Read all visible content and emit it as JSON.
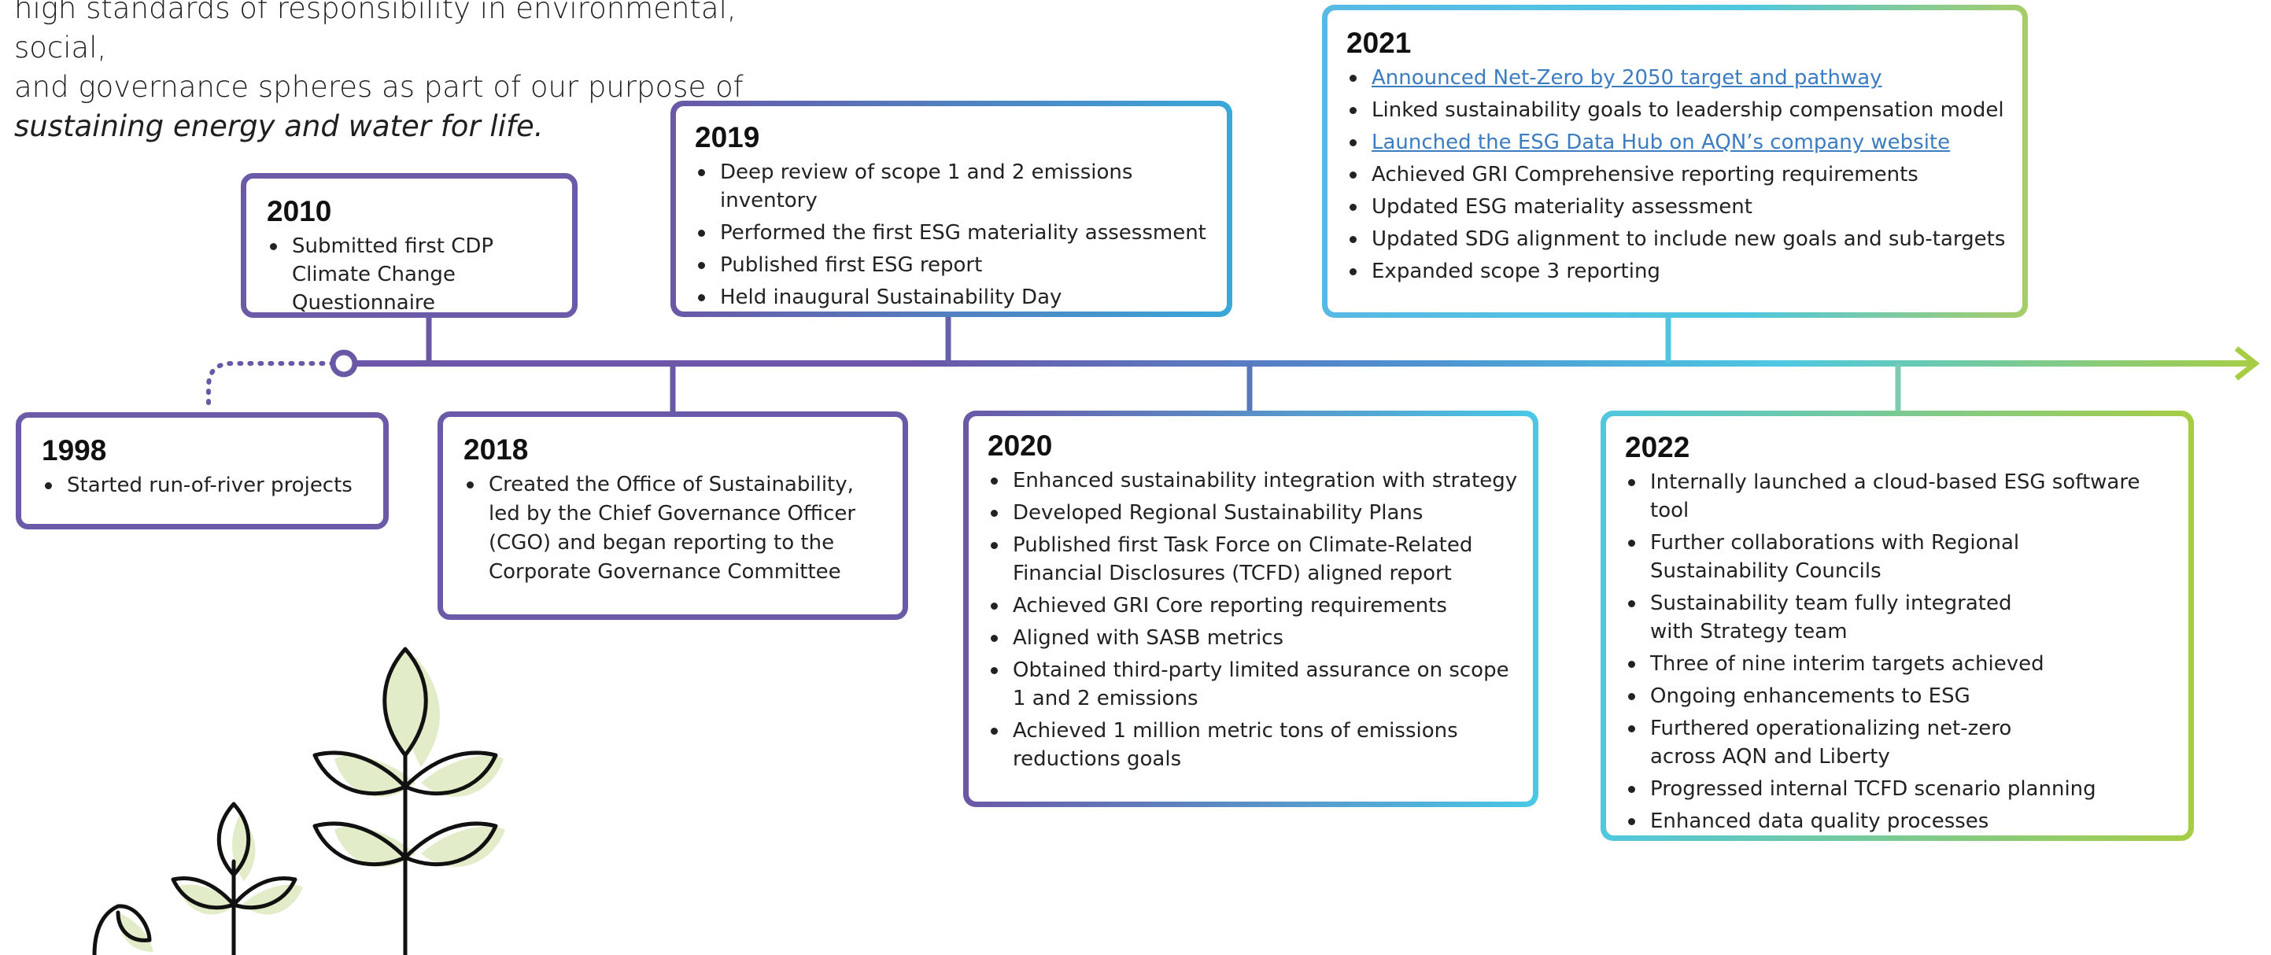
{
  "intro": {
    "line1": "high standards of responsibility in environmental, social,",
    "line2": "and governance spheres as part of our purpose of",
    "line3": "sustaining energy and water for life."
  },
  "milestones": {
    "y1998": {
      "year": "1998",
      "items": [
        "Started run-of-river projects"
      ]
    },
    "y2010": {
      "year": "2010",
      "items": [
        "Submitted first CDP Climate Change Questionnaire"
      ]
    },
    "y2018": {
      "year": "2018",
      "items": [
        "Created the Office of Sustainability, led by the Chief Governance Officer (CGO) and began reporting to the Corporate Governance Committee"
      ]
    },
    "y2019": {
      "year": "2019",
      "items": [
        "Deep review of scope 1 and 2 emissions inventory",
        "Performed the first ESG materiality assessment",
        "Published first ESG report",
        "Held inaugural Sustainability Day"
      ]
    },
    "y2020": {
      "year": "2020",
      "items": [
        "Enhanced sustainability integration with strategy",
        "Developed Regional Sustainability Plans",
        "Published first Task Force on Climate-Related Financial Disclosures (TCFD) aligned report",
        "Achieved GRI Core reporting requirements",
        "Aligned with SASB metrics",
        "Obtained third-party limited assurance on scope 1 and 2 emissions",
        "Achieved 1 million metric tons of emissions reductions goals"
      ]
    },
    "y2021": {
      "year": "2021",
      "items": [
        "Announced Net-Zero by 2050 target and pathway",
        "Linked sustainability goals to leadership compensation model",
        "Launched the ESG Data Hub on AQN’s company website",
        "Achieved GRI Comprehensive reporting requirements",
        "Updated ESG materiality assessment",
        "Updated SDG alignment to include new goals and sub-targets",
        "Expanded scope 3 reporting"
      ]
    },
    "y2022": {
      "year": "2022",
      "items": [
        "Internally launched a cloud-based ESG software tool",
        "Further collaborations with Regional Sustainability Councils",
        "Sustainability team fully integrated with Strategy team",
        "Three of nine interim targets achieved",
        "Ongoing enhancements to ESG",
        "Furthered operationalizing net-zero across AQN and Liberty",
        "Progressed internal TCFD scenario planning",
        "Enhanced data quality processes"
      ]
    }
  },
  "colors": {
    "purple": "#6a58a7",
    "blue": "#3aa8d8",
    "cyan": "#4fc7df",
    "green": "#a7cd45",
    "link": "#3c7cc1",
    "leaf_fill": "#e3ecc8"
  },
  "icons": {
    "plants": "plant-sprouts-icon",
    "timeline_start": "timeline-start-circle-icon",
    "timeline_end": "arrow-right-icon"
  }
}
